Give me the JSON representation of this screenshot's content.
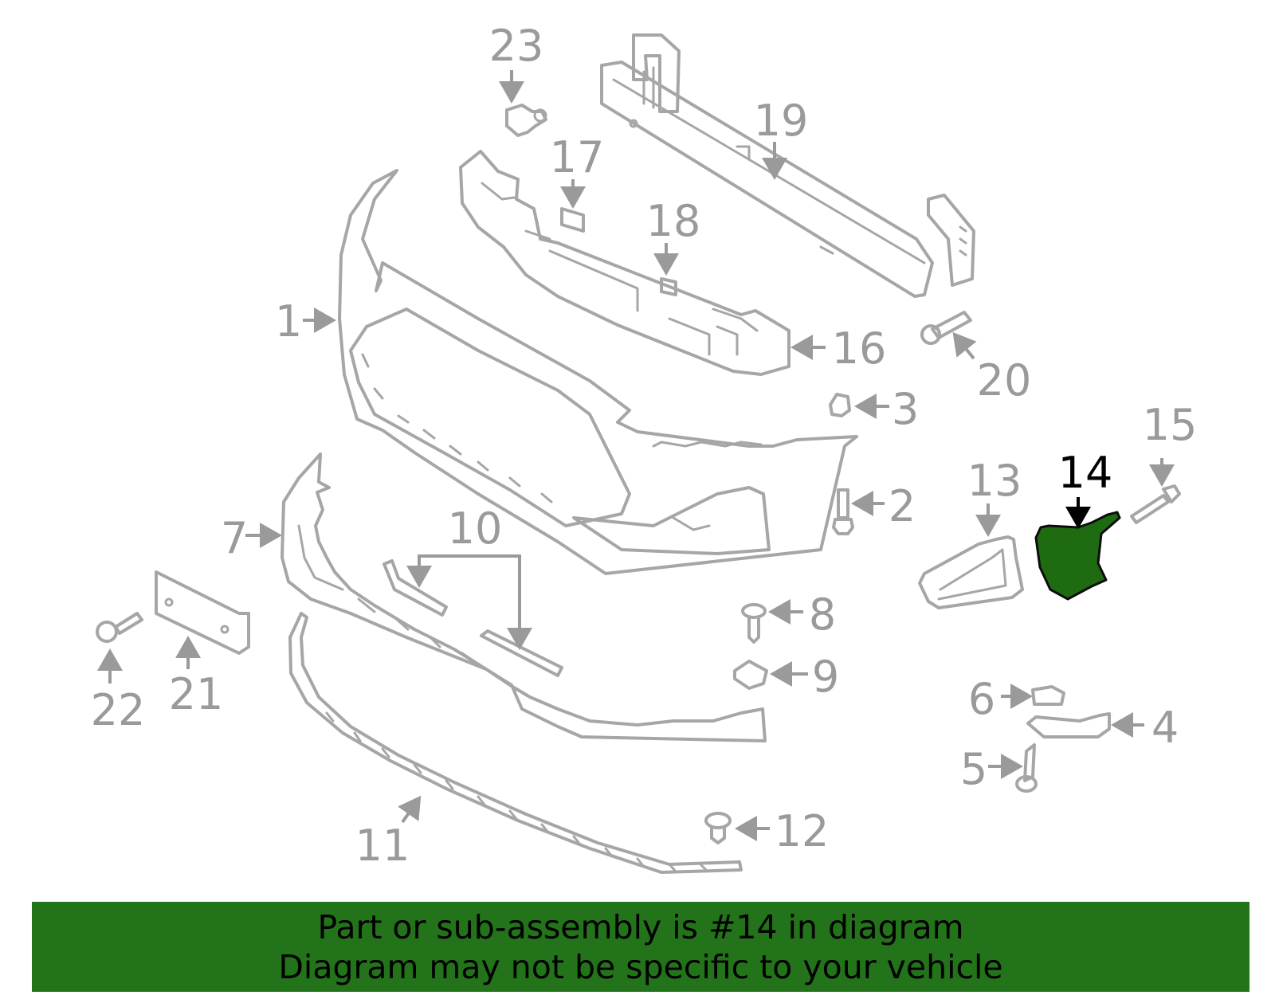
{
  "colors": {
    "highlight_part": "#1e6b12",
    "banner": "#23731a",
    "line_art": "#a6a6a6",
    "callout_text": "#9a9a9a",
    "highlight_text": "#000000"
  },
  "callouts": {
    "c1": "1",
    "c2": "2",
    "c3": "3",
    "c4": "4",
    "c5": "5",
    "c6": "6",
    "c7": "7",
    "c8": "8",
    "c9": "9",
    "c10": "10",
    "c11": "11",
    "c12": "12",
    "c13": "13",
    "c14": "14",
    "c15": "15",
    "c16": "16",
    "c17": "17",
    "c18": "18",
    "c19": "19",
    "c20": "20",
    "c21": "21",
    "c22": "22",
    "c23": "23"
  },
  "highlighted_callout": "14",
  "banner": {
    "line1": "Part or sub-assembly is #14 in diagram",
    "line2": "Diagram may not be specific to your vehicle"
  }
}
